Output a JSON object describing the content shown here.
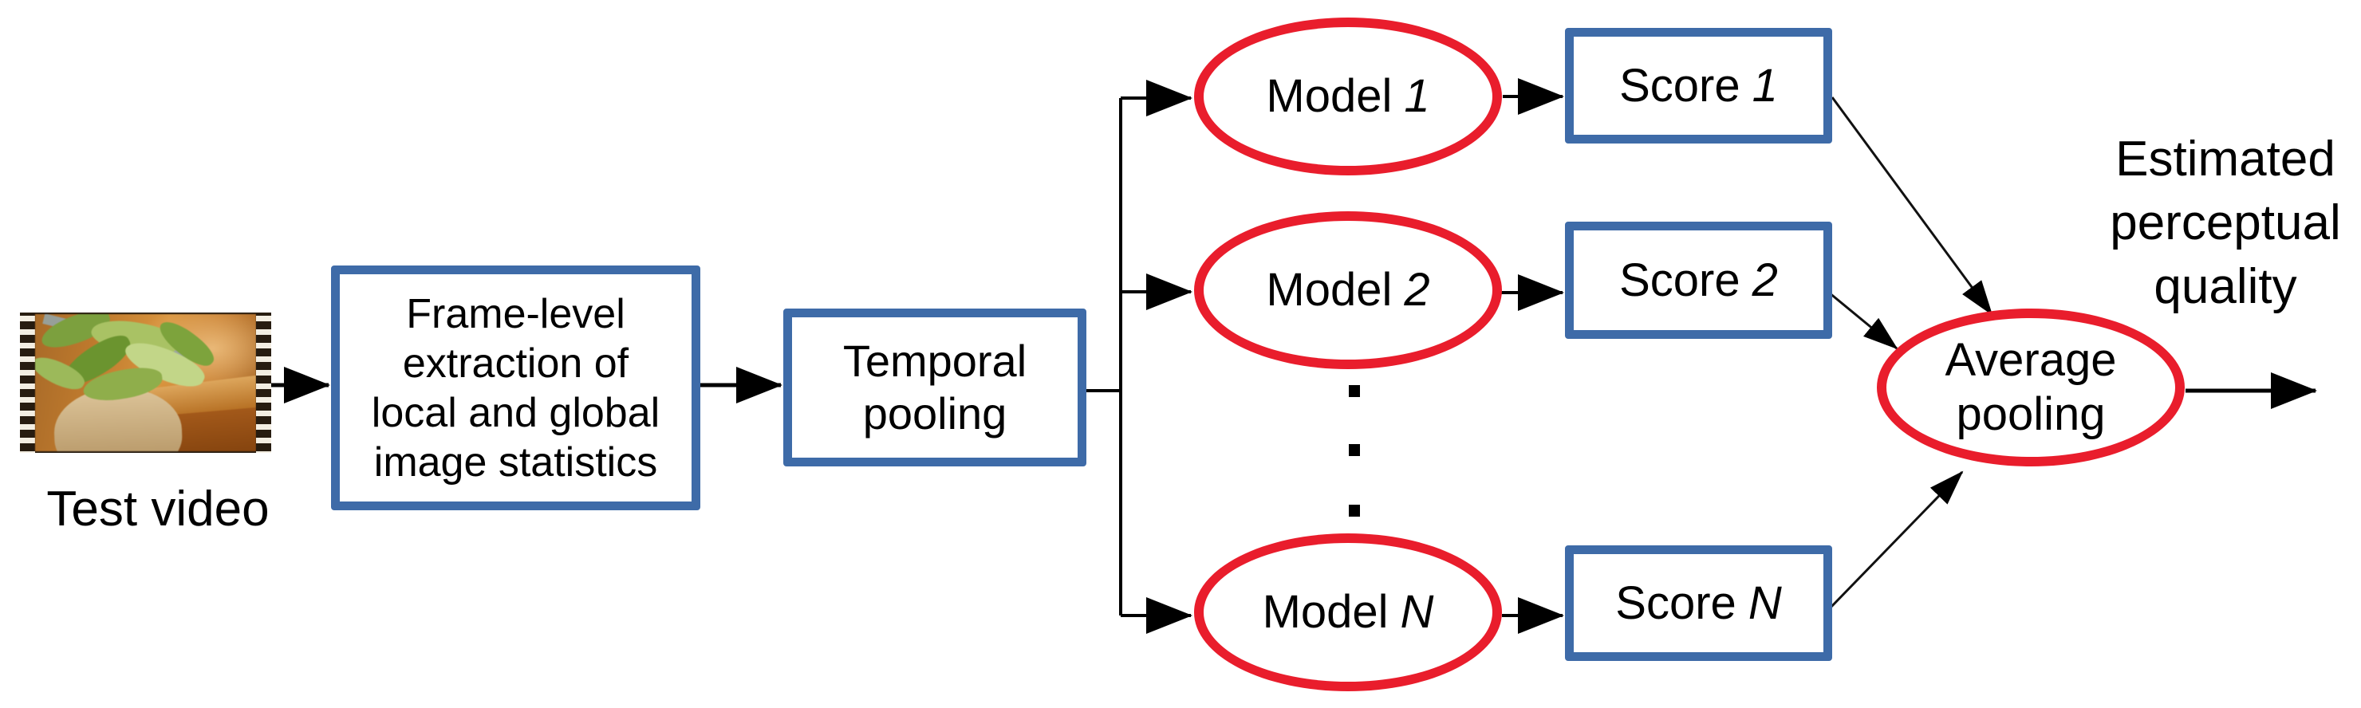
{
  "title": "Video quality estimation pipeline diagram",
  "colors": {
    "box_border": "#3e6ba8",
    "ellipse_border": "#e91d2c",
    "arrow": "#000000",
    "text": "#000000",
    "background": "#ffffff"
  },
  "nodes": {
    "test_video_label": "Test video",
    "frame_box_lines": [
      "Frame-level",
      "extraction of",
      "local and global",
      "image statistics"
    ],
    "temporal_box_lines": [
      "Temporal",
      "pooling"
    ],
    "models": [
      {
        "text": "Model",
        "suffix": "1"
      },
      {
        "text": "Model",
        "suffix": "2"
      },
      {
        "text": "Model",
        "suffix": "N"
      }
    ],
    "scores": [
      {
        "text": "Score",
        "suffix": "1"
      },
      {
        "text": "Score",
        "suffix": "2"
      },
      {
        "text": "Score",
        "suffix": "N"
      }
    ],
    "average_lines": [
      "Average",
      "pooling"
    ],
    "output_label_lines": [
      "Estimated",
      "perceptual",
      "quality"
    ],
    "vertical_ellipsis_dots": [
      ".",
      ".",
      "."
    ]
  },
  "icons": {
    "film_strip": "film-strip-thumbnail",
    "arrowhead": "triangle-arrowhead"
  }
}
